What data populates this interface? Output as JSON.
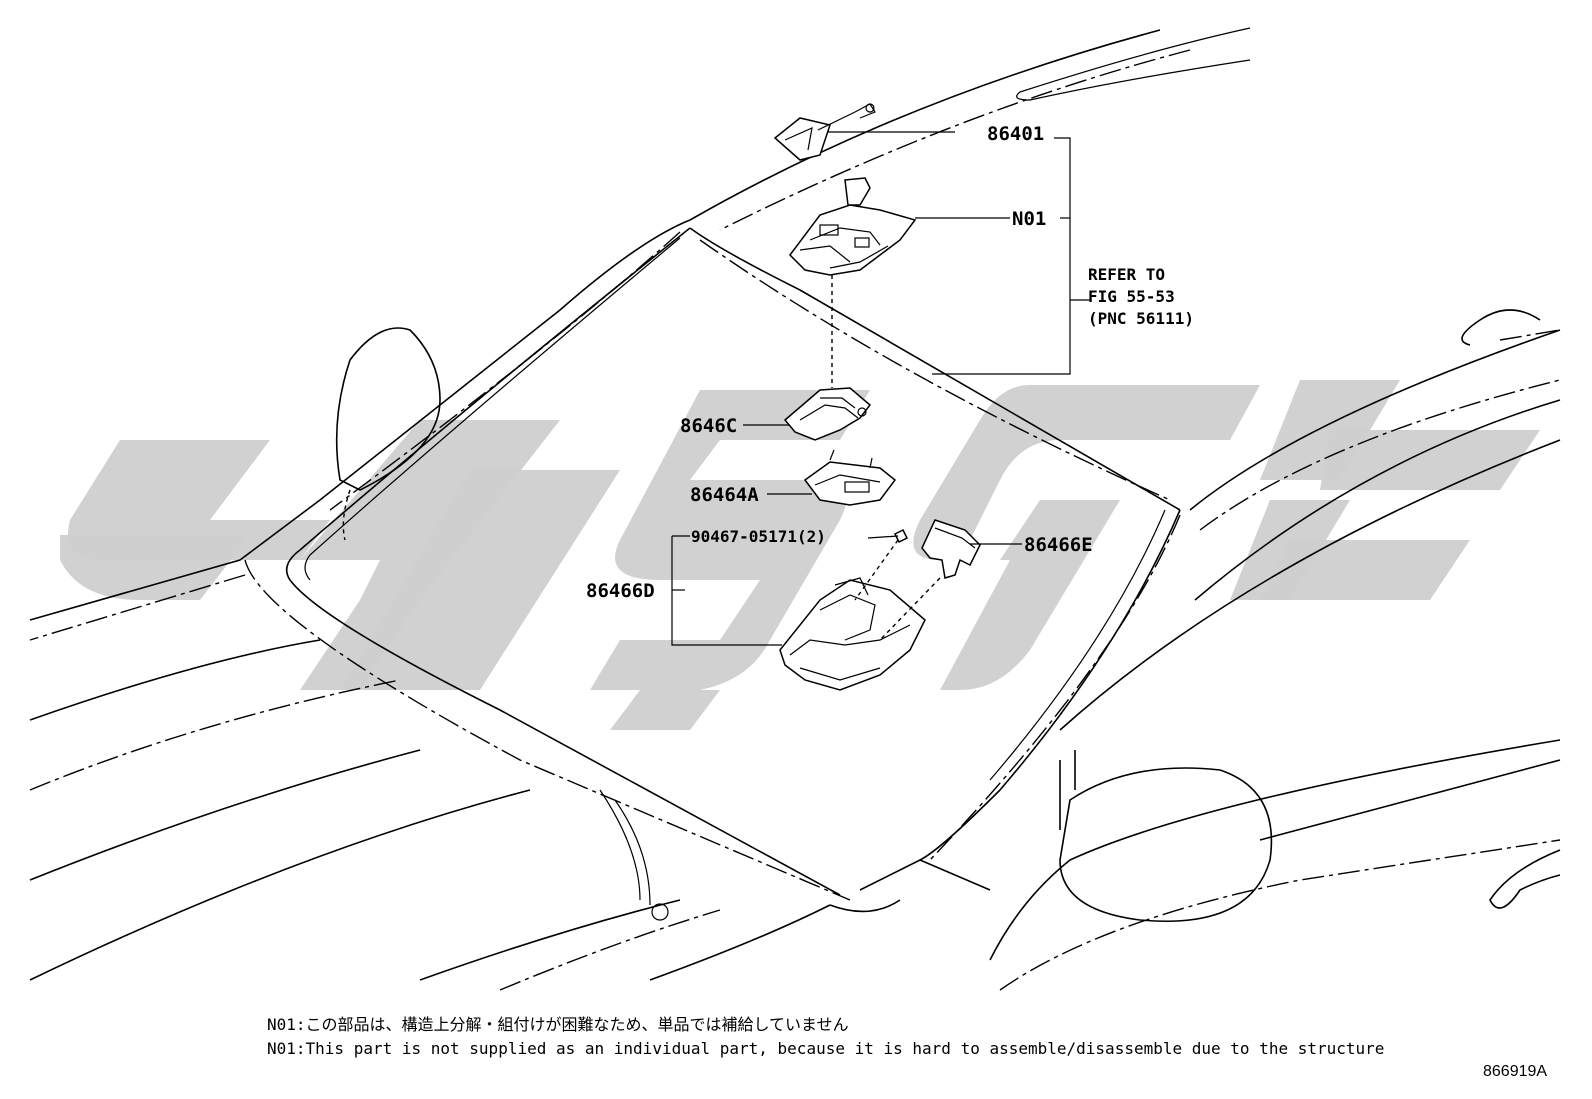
{
  "callouts": {
    "p86401": "86401",
    "n01": "N01",
    "refer_line1": "REFER TO",
    "refer_line2": "FIG 55-53",
    "refer_line3": "(PNC 56111)",
    "p8646C": "8646C",
    "p86464A": "86464A",
    "p90467": "90467-05171(2)",
    "p86466E": "86466E",
    "p86466D": "86466D"
  },
  "notes": {
    "jp": "N01:この部品は、構造上分解・組付けが困難なため、単品では補給していません",
    "en": "N01:This part is not supplied as an individual part, because it is hard to assemble/disassemble due to the structure"
  },
  "figure_id": "866919A",
  "watermark_color": "#cfcfcf"
}
